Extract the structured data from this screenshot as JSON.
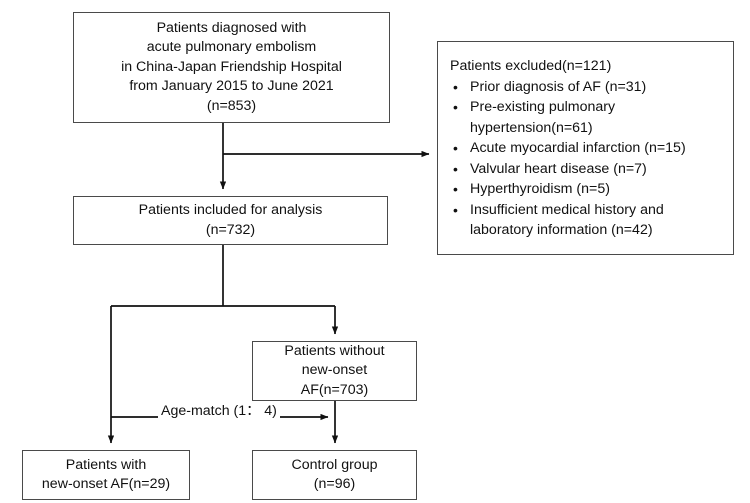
{
  "diagram": {
    "title": "Patient enrollment flow diagram",
    "stroke_color": "#4a4a4a",
    "line_color": "#111111",
    "text_color": "#111111",
    "background": "#ffffff"
  },
  "nodes": {
    "enrolled": {
      "lines": [
        "Patients diagnosed with",
        "acute pulmonary embolism",
        "in China-Japan Friendship Hospital",
        "from January 2015 to June 2021",
        "(n=853)"
      ]
    },
    "included": {
      "lines": [
        "Patients included for analysis",
        "(n=732)"
      ]
    },
    "excluded": {
      "heading": "Patients excluded(n=121)",
      "bullet_glyph": "•",
      "items": [
        [
          "Prior diagnosis of AF (n=31)"
        ],
        [
          "Pre-existing pulmonary",
          "hypertension(n=61)"
        ],
        [
          "Acute myocardial infarction (n=15)"
        ],
        [
          "Valvular heart disease (n=7)"
        ],
        [
          "Hyperthyroidism (n=5)"
        ],
        [
          "Insufficient medical history and",
          "laboratory information (n=42)"
        ]
      ]
    },
    "without_af": {
      "lines": [
        "Patients without",
        "new-onset",
        "AF(n=703)"
      ]
    },
    "with_af": {
      "lines": [
        "Patients with",
        "new-onset AF(n=29)"
      ]
    },
    "control": {
      "lines": [
        "Control group",
        "(n=96)"
      ]
    }
  },
  "edges": {
    "age_match_label": "Age-match (1： 4)"
  }
}
